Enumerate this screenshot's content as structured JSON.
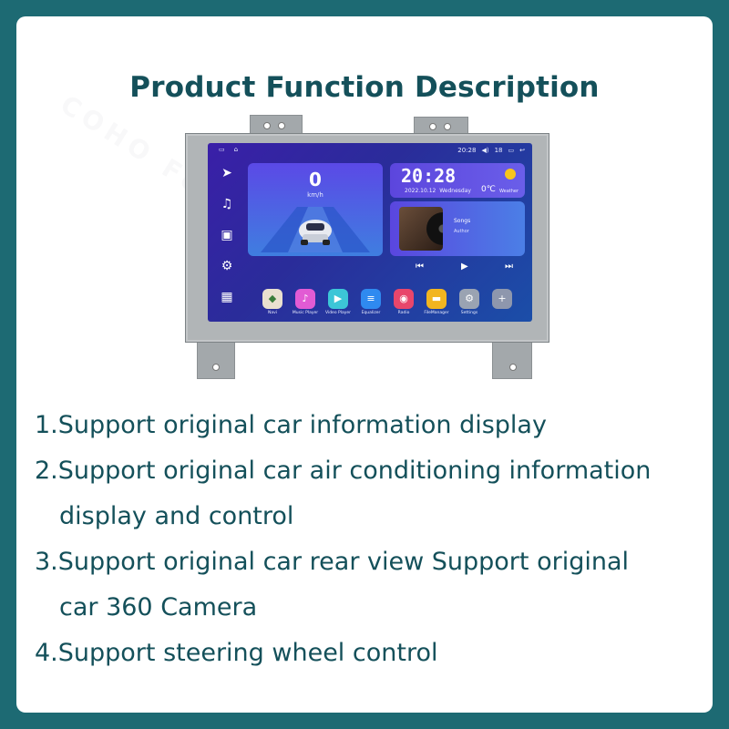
{
  "title": "Product Function Description",
  "watermark": "COHO For Android Navi",
  "device": {
    "status": {
      "time": "20:28",
      "volume": "18"
    },
    "speed": {
      "value": "0",
      "unit": "km/h"
    },
    "clock": {
      "time": "20:28",
      "date": "2022.10.12",
      "weekday": "Wednesday",
      "temp": "0℃",
      "weather": "Weather"
    },
    "music": {
      "song": "Songs",
      "author": "Author"
    },
    "apps": [
      {
        "label": "Navi",
        "color": "#e9e0cf",
        "icon": "map-icon"
      },
      {
        "label": "Music Player",
        "color": "#e25bd4",
        "icon": "music-icon"
      },
      {
        "label": "Video Player",
        "color": "#3cc6d7",
        "icon": "video-icon"
      },
      {
        "label": "Equalizer",
        "color": "#2f8af0",
        "icon": "equalizer-icon"
      },
      {
        "label": "Radio",
        "color": "#e8466b",
        "icon": "radio-icon"
      },
      {
        "label": "FileManager",
        "color": "#f2b520",
        "icon": "folder-icon"
      },
      {
        "label": "Settings",
        "color": "#9aa3b2",
        "icon": "settings-icon"
      },
      {
        "label": "",
        "color": "#8e97ad",
        "icon": "add-icon"
      }
    ]
  },
  "features": [
    {
      "line1": "1.Support original car information display",
      "line2": ""
    },
    {
      "line1": "2.Support original car air conditioning information",
      "line2": "display and control"
    },
    {
      "line1": "3.Support original car rear view Support original",
      "line2": "car 360 Camera"
    },
    {
      "line1": "4.Support steering wheel control",
      "line2": ""
    }
  ]
}
